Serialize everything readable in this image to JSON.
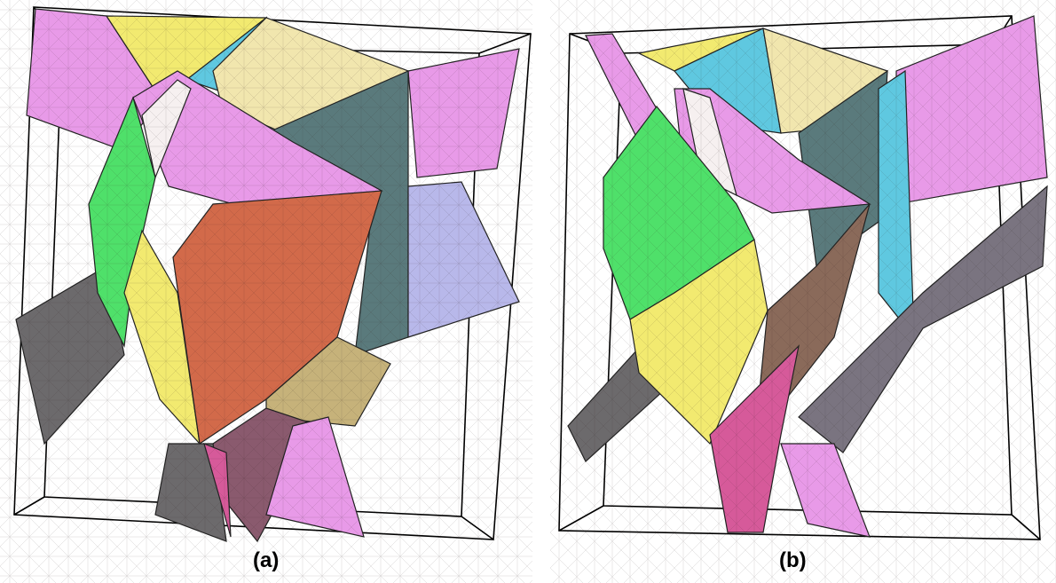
{
  "panels": [
    {
      "id": "a",
      "caption": "(a)"
    },
    {
      "id": "b",
      "caption": "(b)"
    }
  ],
  "colors": {
    "pink": "#e89ae8",
    "yellow": "#f2ea70",
    "cream": "#f1e6ae",
    "cyan": "#5fc8e0",
    "teal_gray": "#5a7a7c",
    "green": "#4fe06a",
    "orange": "#d26a4a",
    "lavender": "#b8b8ea",
    "dark_gray": "#6c6a6c",
    "khaki": "#c6b27a",
    "magenta": "#d65a9a",
    "mauve": "#8a5a6e",
    "white": "#f6f0f0"
  }
}
